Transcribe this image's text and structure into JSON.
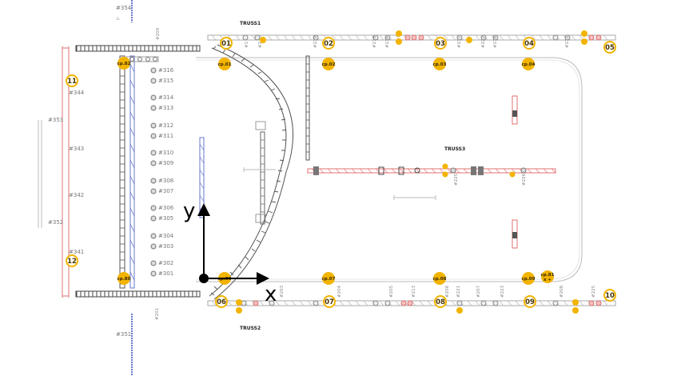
{
  "truss_labels": {
    "truss1": "TRUSS1",
    "truss2": "TRUSS2",
    "truss3": "TRUSS3"
  },
  "markers": {
    "m01": "01",
    "m02": "02",
    "m03": "03",
    "m04": "04",
    "m05": "05",
    "m06": "06",
    "m07": "07",
    "m08": "08",
    "m09": "09",
    "m10": "10",
    "m11": "11",
    "m12": "12"
  },
  "control_points": {
    "cp01": "cp.01",
    "cp02": "cp.02",
    "cp03": "cp.03",
    "cp04": "cp.04",
    "cp06": "cp.06",
    "cp07": "cp.07",
    "cp08": "cp.08",
    "cp09": "cp.09",
    "cp80": "cp.80",
    "cp81": "cp.81",
    "cp81_sub": "x +",
    "cp82": "cp.82"
  },
  "axes": {
    "x_label": "x",
    "y_label": "y"
  },
  "fixtures": {
    "left_top": "#354",
    "left_bottom": "#351",
    "pipe_a": "#344",
    "pipe_b": "#343",
    "pipe_c": "#342",
    "pipe_d": "#341",
    "side_a": "#353",
    "side_b": "#352",
    "column": [
      "#316",
      "#315",
      "#314",
      "#313",
      "#312",
      "#311",
      "#310",
      "#309",
      "#308",
      "#307",
      "#306",
      "#305",
      "#304",
      "#303",
      "#302",
      "#301"
    ],
    "truss3_a": "#225",
    "truss3_b": "#226",
    "top_row": [
      "#209",
      "#1",
      "#2",
      "#219",
      "#215",
      "#216",
      "#217",
      "#222",
      "#218",
      "#211"
    ],
    "bottom_row": [
      "#201",
      "#203",
      "#204",
      "#205",
      "#206",
      "#207",
      "#208",
      "#221",
      "#223",
      "#213",
      "#225"
    ]
  },
  "colors": {
    "marker_fill": "#f2b400",
    "marker_ring": "#f2b400",
    "truss_red": "#e07070",
    "truss_blue": "#6677cc",
    "truss_dark": "#444444",
    "grey": "#999999"
  }
}
